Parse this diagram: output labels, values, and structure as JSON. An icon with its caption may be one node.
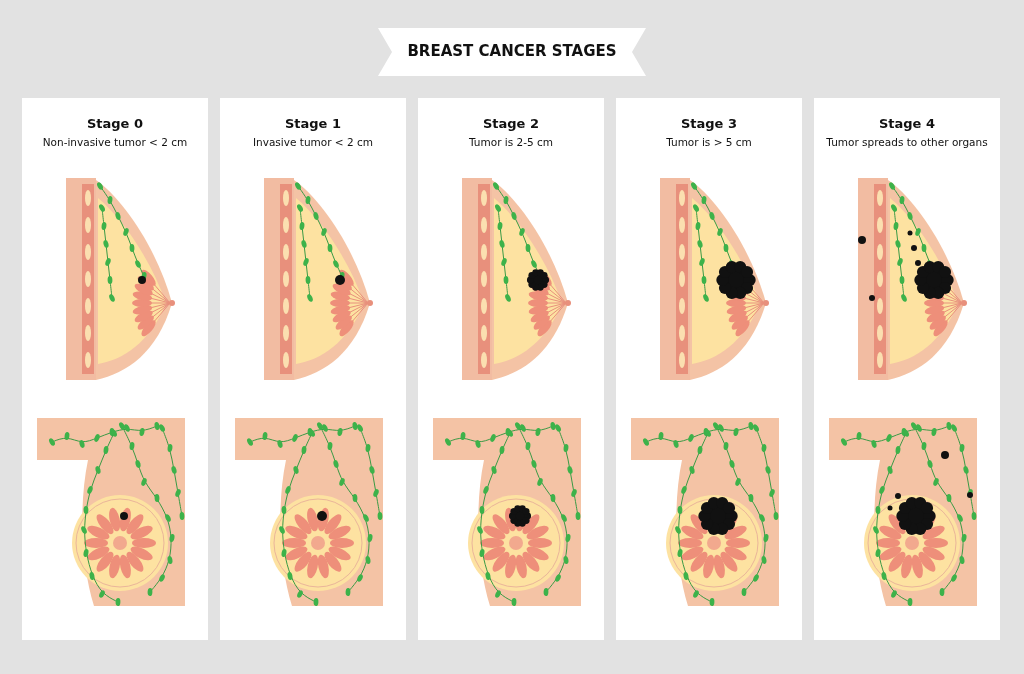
{
  "diagram": {
    "title": "BREAST CANCER STAGES",
    "nodes": [
      {
        "text": [
          "Stage 0",
          "Non-invasive tumor < 2 cm"
        ]
      },
      {
        "text": [
          "Stage 1",
          "Invasive tumor < 2 cm"
        ]
      },
      {
        "text": [
          "Stage 2",
          "Tumor is 2-5 cm"
        ]
      },
      {
        "text": [
          "Stage 3",
          "Tumor is > 5 cm"
        ]
      },
      {
        "text": [
          "Stage 4",
          "Tumor spreads to other organs"
        ]
      }
    ]
  }
}
